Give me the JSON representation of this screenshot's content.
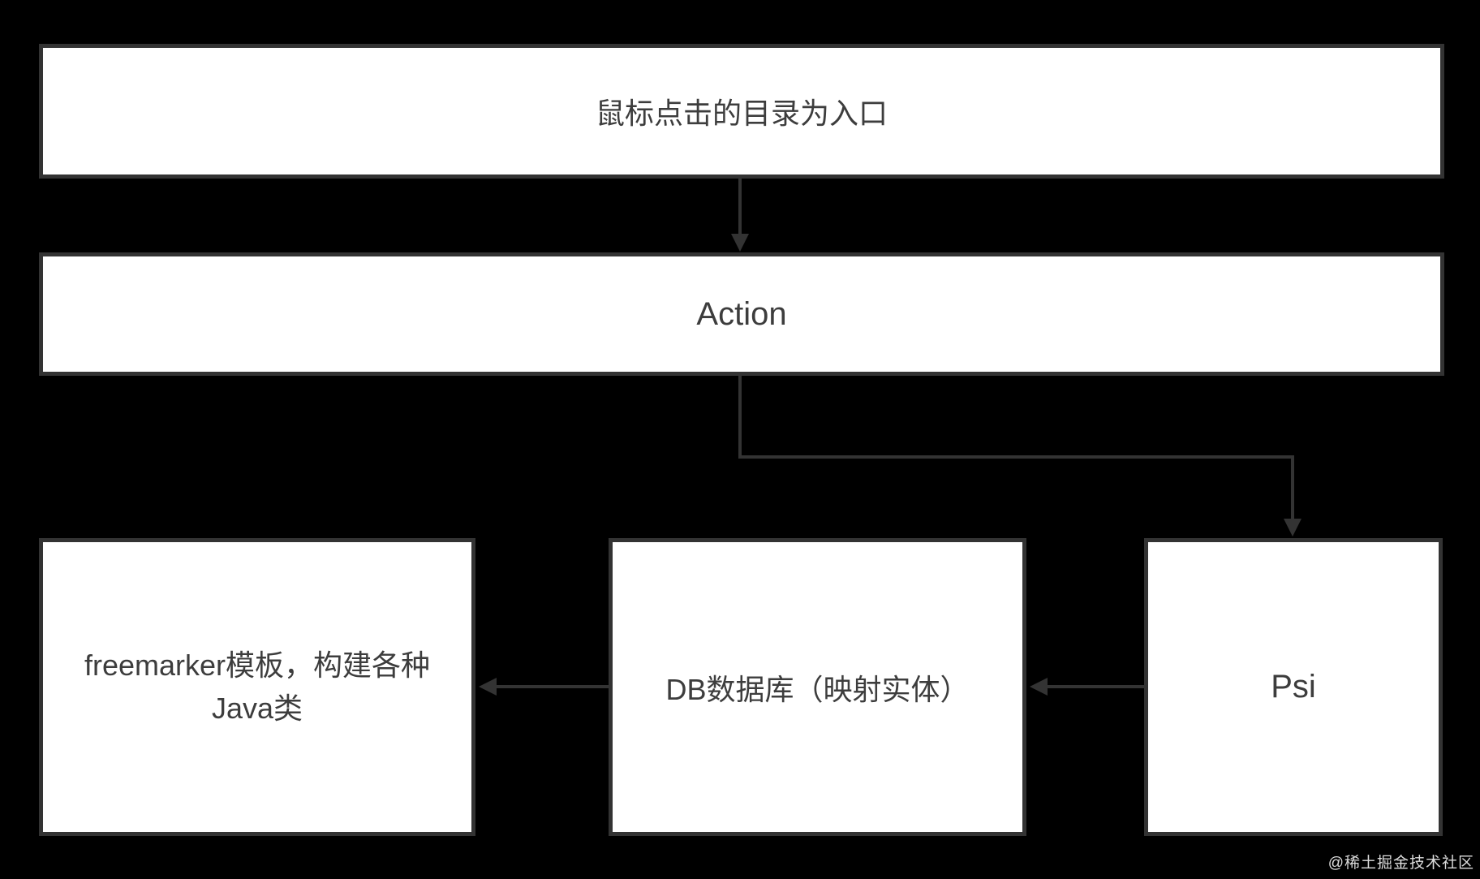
{
  "colors": {
    "background": "#000000",
    "box_fill": "#ffffff",
    "line_color": "#333333",
    "text_color": "#3d3d3d",
    "watermark_color": "#dcdcdc"
  },
  "nodes": {
    "entry": {
      "label": "鼠标点击的目录为入口"
    },
    "action": {
      "label": "Action"
    },
    "freemarker": {
      "lines": [
        "freemarker模板，构建各种",
        "Java类"
      ]
    },
    "db": {
      "label": "DB数据库（映射实体）"
    },
    "psi": {
      "label": "Psi"
    }
  },
  "connectors": [
    {
      "from": "entry",
      "to": "action",
      "shape": "straight-down",
      "arrow": "down"
    },
    {
      "from": "action",
      "to": "psi",
      "shape": "elbow-down-right-down",
      "arrow": "down"
    },
    {
      "from": "psi",
      "to": "db",
      "shape": "straight-left",
      "arrow": "left"
    },
    {
      "from": "db",
      "to": "freemarker",
      "shape": "straight-left",
      "arrow": "left"
    }
  ],
  "watermark": "@稀土掘金技术社区"
}
